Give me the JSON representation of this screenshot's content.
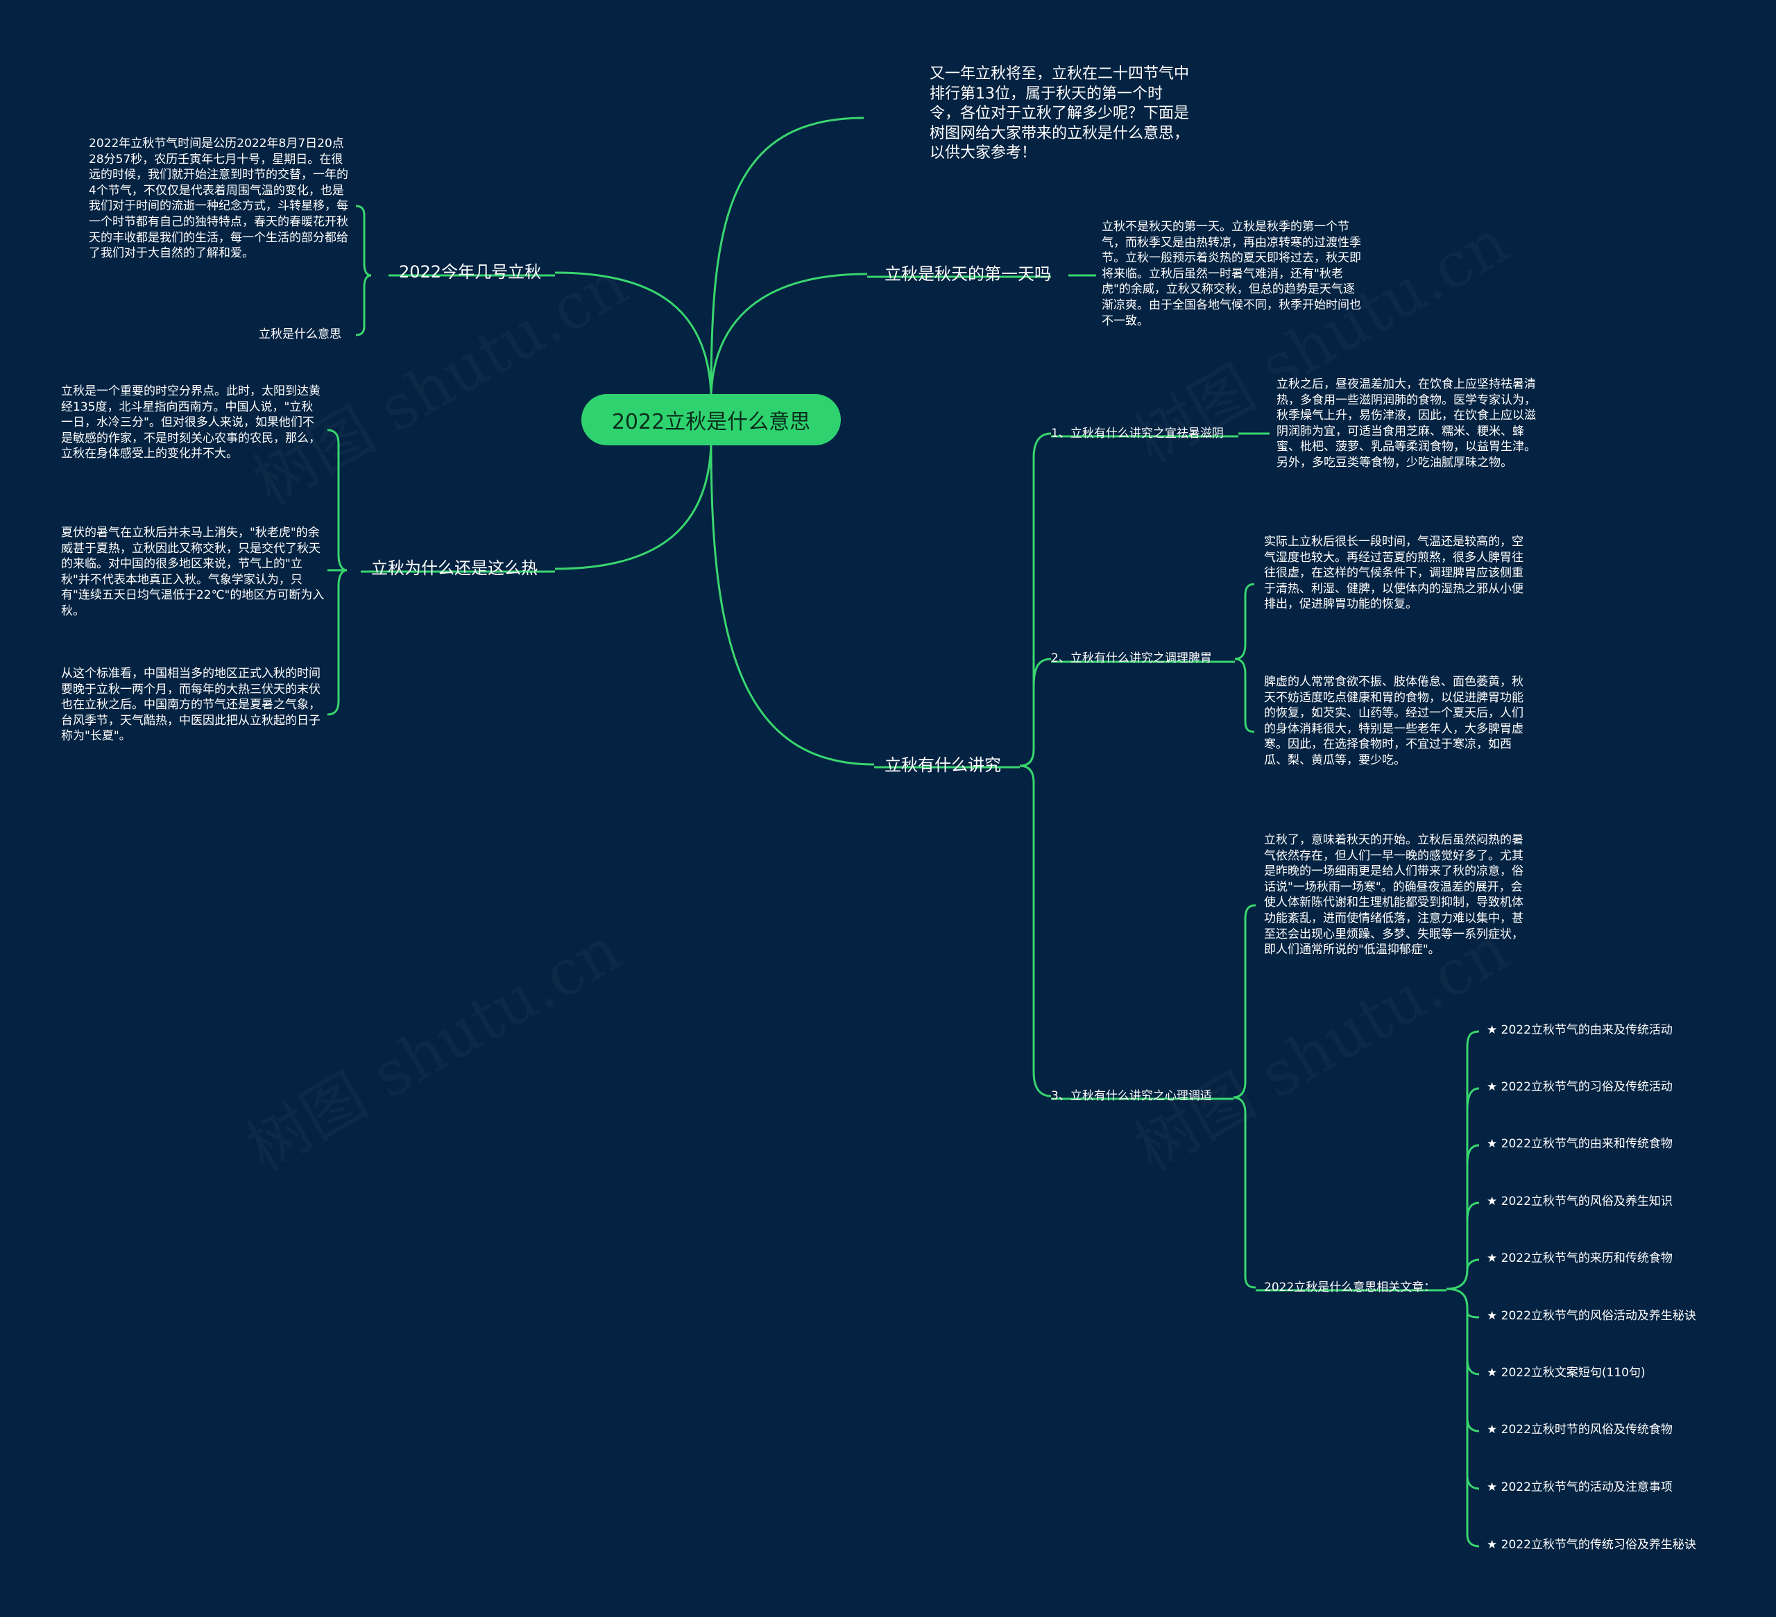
{
  "colors": {
    "background": "#042241",
    "root_fill": "#2ed36f",
    "line": "#39d66f",
    "text": "#ffffff"
  },
  "watermark": "树图 shutu.cn",
  "root": "2022立秋是什么意思",
  "intro": "又一年立秋将至，立秋在二十四节气中排行第13位，属于秋天的第一个时令，各位对于立秋了解多少呢？下面是树图网给大家带来的立秋是什么意思，以供大家参考！",
  "b_first_day": {
    "label": "立秋是秋天的第一天吗",
    "text": "立秋不是秋天的第一天。立秋是秋季的第一个节气，而秋季又是由热转凉，再由凉转寒的过渡性季节。立秋一般预示着炎热的夏天即将过去，秋天即将来临。立秋后虽然一时暑气难消，还有\"秋老虎\"的余威，立秋又称交秋，但总的趋势是天气逐渐凉爽。由于全国各地气候不同，秋季开始时间也不一致。"
  },
  "b_which_day": {
    "label": "2022今年几号立秋",
    "text": "2022年立秋节气时间是公历2022年8月7日20点28分57秒，农历壬寅年七月十号，星期日。在很远的时候，我们就开始注意到时节的交替，一年的4个节气，不仅仅是代表着周围气温的变化，也是我们对于时间的流逝一种纪念方式，斗转星移，每一个时节都有自己的独特特点，春天的春暖花开秋天的丰收都是我们的生活，每一个生活的部分都给了我们对于大自然的了解和爱。",
    "small": "立秋是什么意思"
  },
  "b_hot": {
    "label": "立秋为什么还是这么热",
    "texts": [
      "立秋是一个重要的时空分界点。此时，太阳到达黄经135度，北斗星指向西南方。中国人说，\"立秋一日，水冷三分\"。但对很多人来说，如果他们不是敏感的作家，不是时刻关心农事的农民，那么，立秋在身体感受上的变化并不大。",
      "夏伏的暑气在立秋后并未马上消失，\"秋老虎\"的余威甚于夏热，立秋因此又称交秋，只是交代了秋天的来临。对中国的很多地区来说，节气上的\"立秋\"并不代表本地真正入秋。气象学家认为，只有\"连续五天日均气温低于22℃\"的地区方可断为入秋。",
      "从这个标准看，中国相当多的地区正式入秋的时间要晚于立秋一两个月，而每年的大热三伏天的末伏也在立秋之后。中国南方的节气还是夏暑之气象，台风季节，天气酷热，中医因此把从立秋起的日子称为\"长夏\"。"
    ]
  },
  "b_customs": {
    "label": "立秋有什么讲究",
    "sub1": {
      "label": "1、立秋有什么讲究之宜祛暑滋阴",
      "text": "立秋之后，昼夜温差加大，在饮食上应坚持祛暑清热，多食用一些滋阴润肺的食物。医学专家认为，秋季燥气上升，易伤津液，因此，在饮食上应以滋阴润肺为宜，可适当食用芝麻、糯米、粳米、蜂蜜、枇杷、菠萝、乳品等柔润食物，以益胃生津。另外，多吃豆类等食物，少吃油腻厚味之物。"
    },
    "sub2": {
      "label": "2、立秋有什么讲究之调理脾胃",
      "texts": [
        "实际上立秋后很长一段时间，气温还是较高的，空气湿度也较大。再经过苦夏的煎熬，很多人脾胃往往很虚，在这样的气候条件下，调理脾胃应该侧重于清热、利湿、健脾，以使体内的湿热之邪从小便排出，促进脾胃功能的恢复。",
        "脾虚的人常常食欲不振、肢体倦怠、面色萎黄，秋天不妨适度吃点健康和胃的食物，以促进脾胃功能的恢复，如芡实、山药等。经过一个夏天后，人们的身体消耗很大，特别是一些老年人，大多脾胃虚寒。因此，在选择食物时，不宜过于寒凉，如西瓜、梨、黄瓜等，要少吃。"
      ]
    },
    "sub3": {
      "label": "3、立秋有什么讲究之心理调适",
      "text": "立秋了，意味着秋天的开始。立秋后虽然闷热的暑气依然存在，但人们一早一晚的感觉好多了。尤其是昨晚的一场细雨更是给人们带来了秋的凉意，俗话说\"一场秋雨一场寒\"。的确昼夜温差的展开，会使人体新陈代谢和生理机能都受到抑制，导致机体功能紊乱，进而使情绪低落，注意力难以集中，甚至还会出现心里烦躁、多梦、失眠等一系列症状，即人们通常所说的\"低温抑郁症\"。",
      "related_label": "2022立秋是什么意思相关文章：",
      "related": [
        "★ 2022立秋节气的由来及传统活动",
        "★ 2022立秋节气的习俗及传统活动",
        "★ 2022立秋节气的由来和传统食物",
        "★ 2022立秋节气的风俗及养生知识",
        "★ 2022立秋节气的来历和传统食物",
        "★ 2022立秋节气的风俗活动及养生秘诀",
        "★ 2022立秋文案短句(110句)",
        "★ 2022立秋时节的风俗及传统食物",
        "★ 2022立秋节气的活动及注意事项",
        "★ 2022立秋节气的传统习俗及养生秘诀"
      ]
    }
  }
}
